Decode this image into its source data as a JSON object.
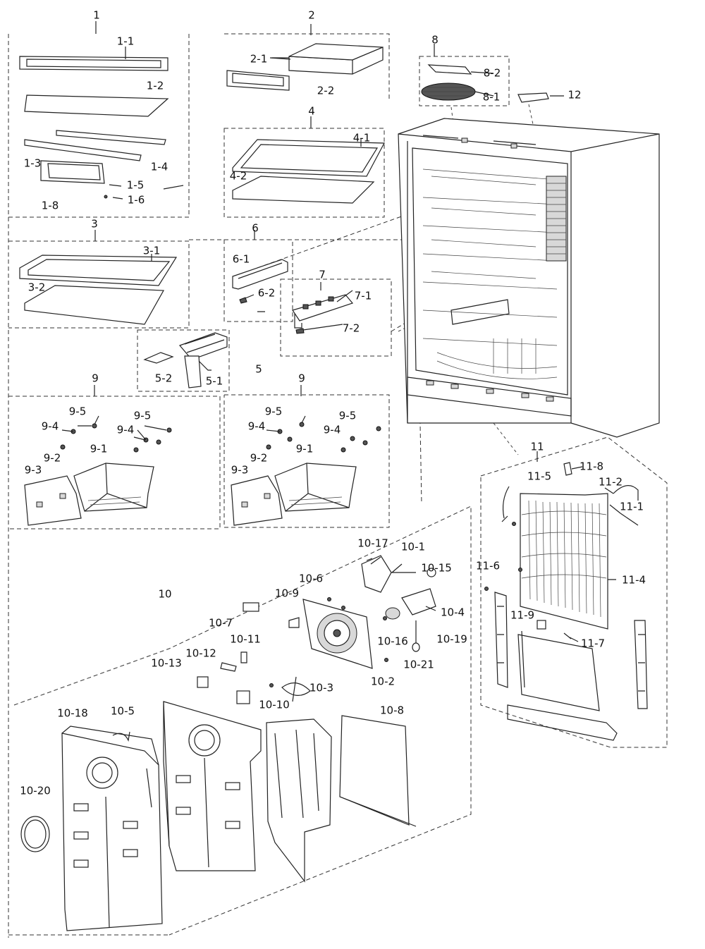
{
  "labels": {
    "l1": "1",
    "l1_1": "1-1",
    "l1_2": "1-2",
    "l1_3": "1-3",
    "l1_4": "1-4",
    "l1_5": "1-5",
    "l1_6": "1-6",
    "l1_8": "1-8",
    "l2": "2",
    "l2_1": "2-1",
    "l2_2": "2-2",
    "l3": "3",
    "l3_1": "3-1",
    "l3_2": "3-2",
    "l4": "4",
    "l4_1": "4-1",
    "l4_2": "4-2",
    "l5": "5",
    "l5_1": "5-1",
    "l5_2": "5-2",
    "l6": "6",
    "l6_1": "6-1",
    "l6_2": "6-2",
    "l7": "7",
    "l7_1": "7-1",
    "l7_2": "7-2",
    "l8": "8",
    "l8_1": "8-1",
    "l8_2": "8-2",
    "l12": "12",
    "l9a": "9",
    "l9a_5a": "9-5",
    "l9a_5b": "9-5",
    "l9a_4a": "9-4",
    "l9a_4b": "9-4",
    "l9a_2": "9-2",
    "l9a_1": "9-1",
    "l9a_3": "9-3",
    "l9b": "9",
    "l9b_5a": "9-5",
    "l9b_5b": "9-5",
    "l9b_4a": "9-4",
    "l9b_4b": "9-4",
    "l9b_2": "9-2",
    "l9b_1": "9-1",
    "l9b_3": "9-3",
    "l10": "10",
    "l10_1": "10-1",
    "l10_2": "10-2",
    "l10_3": "10-3",
    "l10_4": "10-4",
    "l10_5": "10-5",
    "l10_6": "10-6",
    "l10_7": "10-7",
    "l10_8": "10-8",
    "l10_9": "10-9",
    "l10_10": "10-10",
    "l10_11": "10-11",
    "l10_12": "10-12",
    "l10_13": "10-13",
    "l10_15": "10-15",
    "l10_16": "10-16",
    "l10_17": "10-17",
    "l10_18": "10-18",
    "l10_19": "10-19",
    "l10_20": "10-20",
    "l10_21": "10-21",
    "l11": "11",
    "l11_1": "11-1",
    "l11_2": "11-2",
    "l11_4": "11-4",
    "l11_5": "11-5",
    "l11_6": "11-6",
    "l11_7": "11-7",
    "l11_8": "11-8",
    "l11_9": "11-9"
  }
}
